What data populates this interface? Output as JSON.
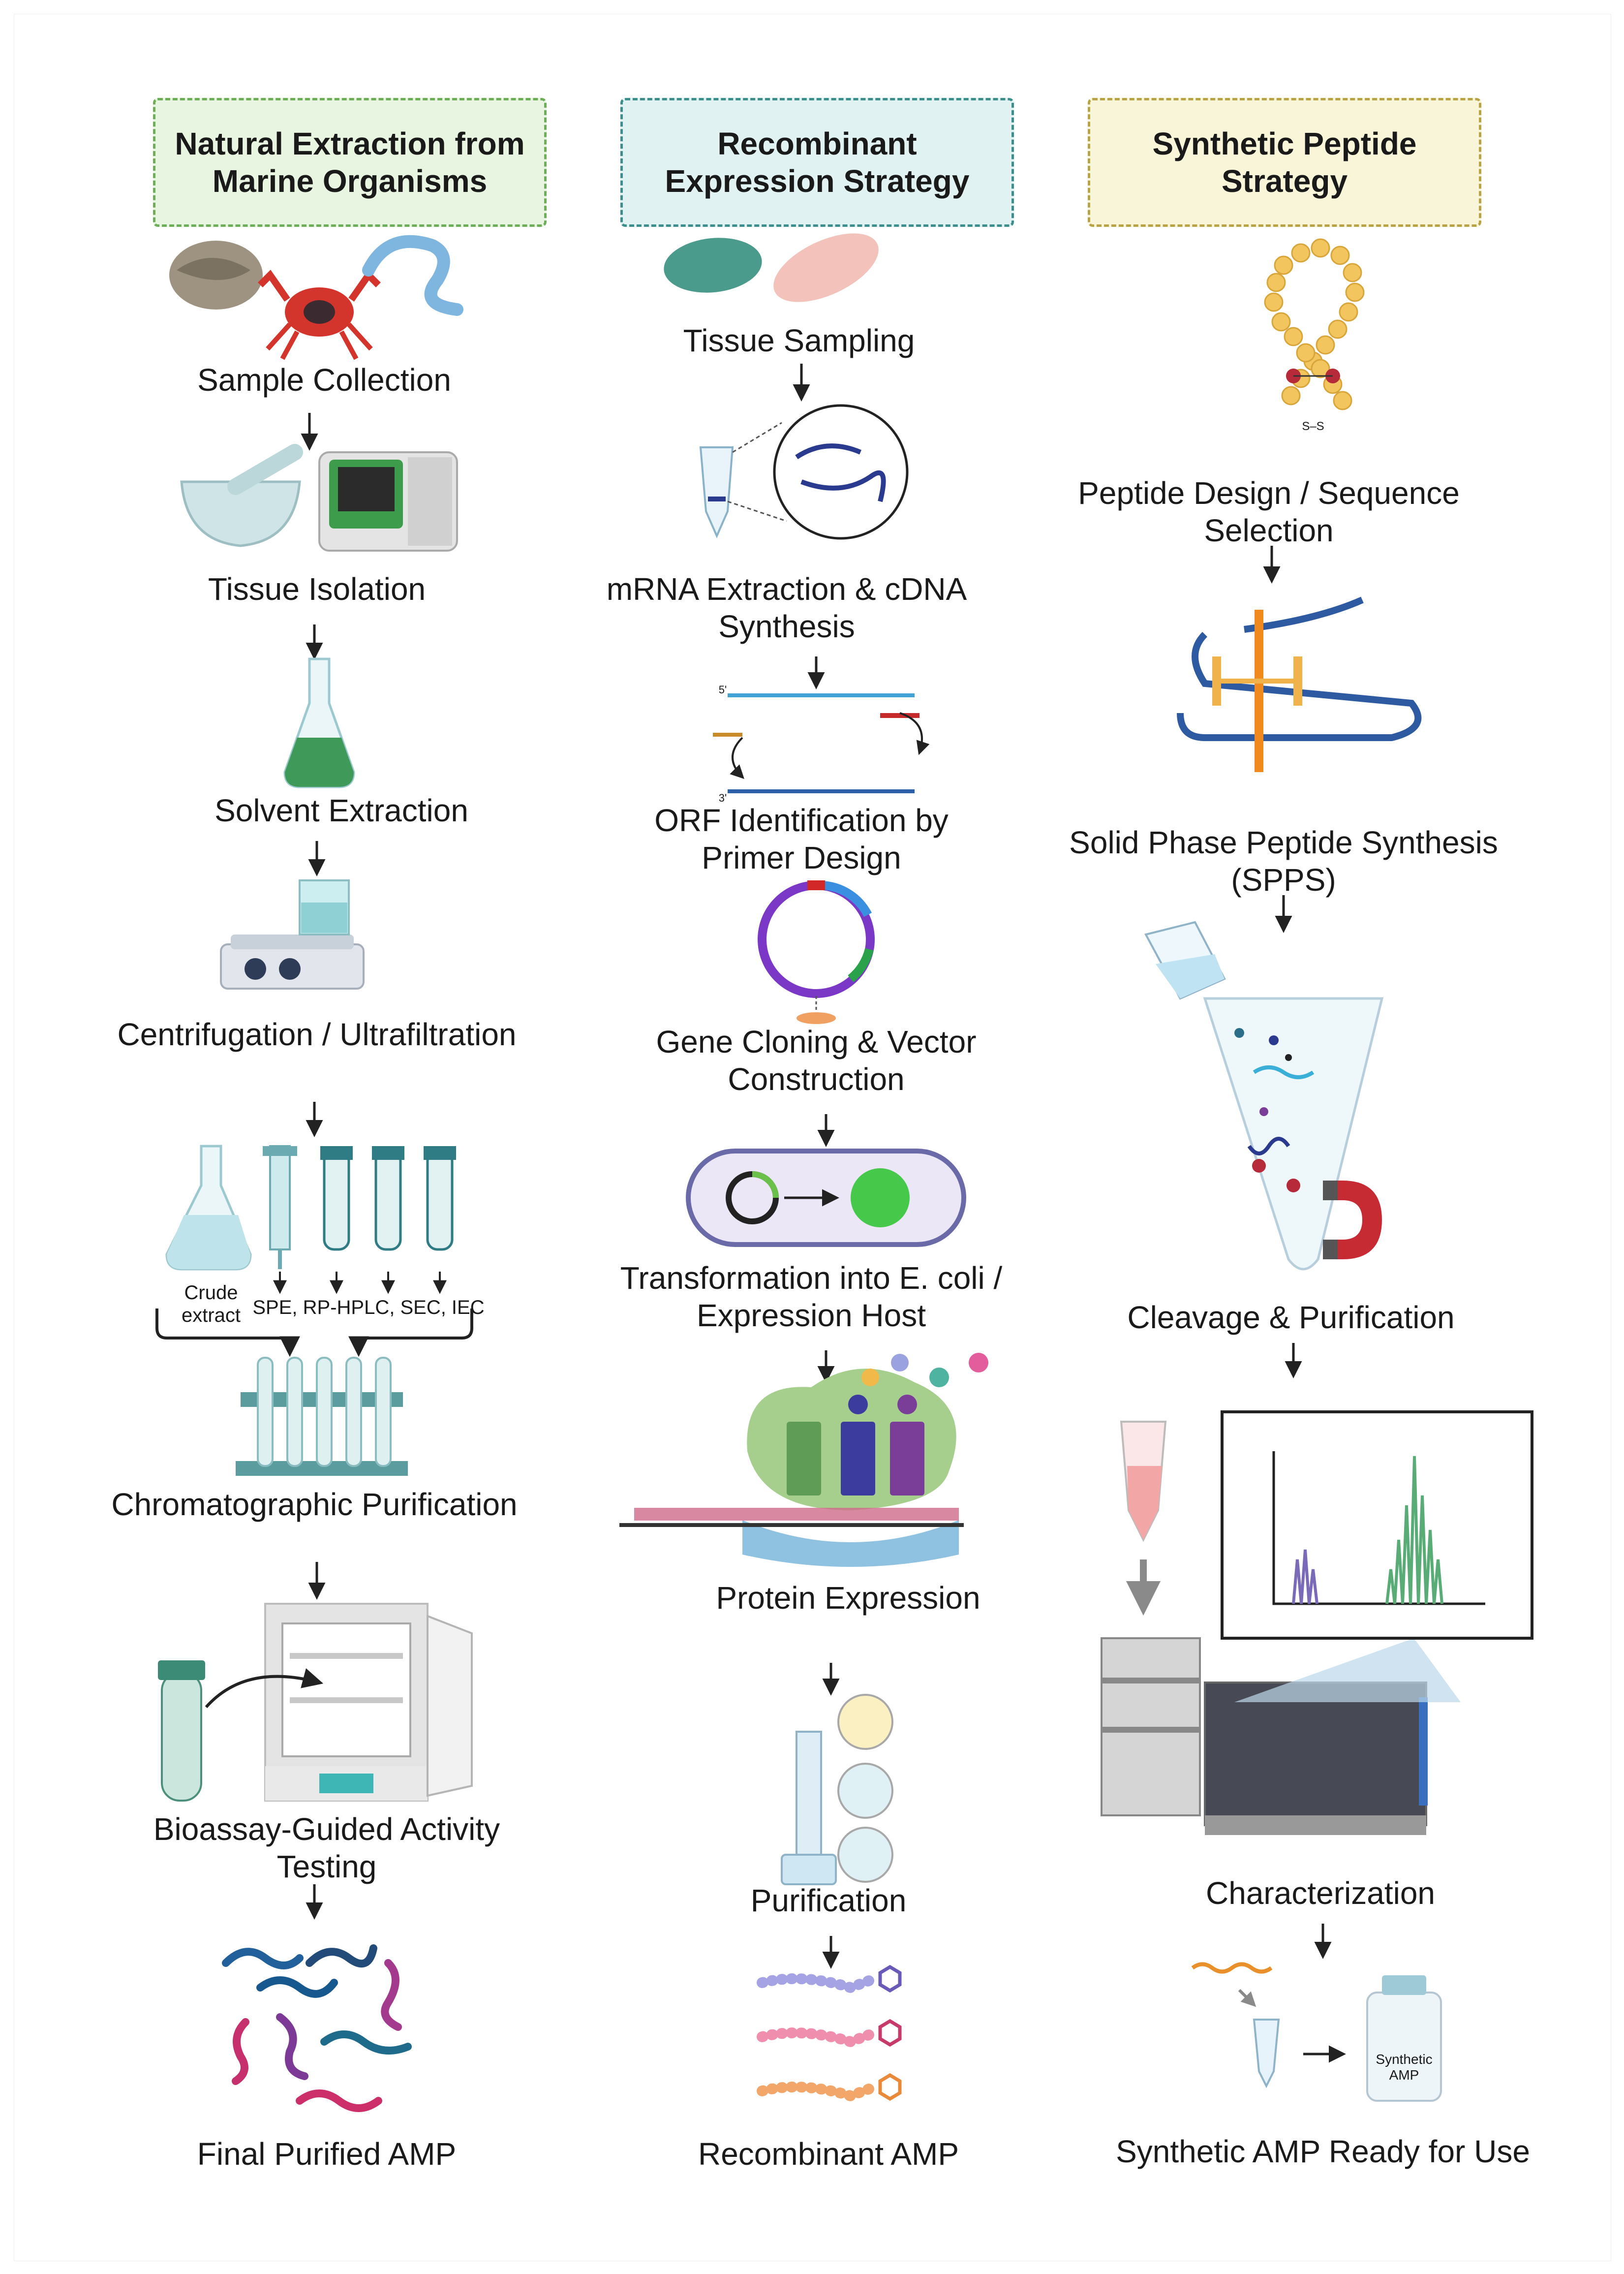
{
  "columns": [
    {
      "title": "Natural Extraction from Marine Organisms",
      "steps": [
        "Sample Collection",
        "Tissue Isolation",
        "Solvent Extraction",
        "Centrifugation / Ultrafiltration",
        "Chromatographic Purification",
        "Bioassay-Guided Activity Testing",
        "Final Purified AMP"
      ],
      "crude_label": "Crude extract",
      "methods_label": "SPE, RP-HPLC, SEC, IEC"
    },
    {
      "title": "Recombinant Expression Strategy",
      "steps": [
        "Tissue Sampling",
        "mRNA Extraction & cDNA Synthesis",
        "ORF Identification by Primer Design",
        "Gene Cloning & Vector Construction",
        "Transformation into E. coli / Expression Host",
        "Protein Expression",
        "Purification",
        "Recombinant AMP"
      ],
      "strand_5": "5'",
      "strand_3": "3'"
    },
    {
      "title": "Synthetic Peptide Strategy",
      "steps": [
        "Peptide Design / Sequence Selection",
        "Solid Phase Peptide Synthesis (SPPS)",
        "Cleavage & Purification",
        "Characterization",
        "Synthetic AMP Ready for Use"
      ],
      "disulfide_label": "S–S",
      "vial_label": "Synthetic AMP"
    }
  ],
  "colors": {
    "header_green": "#e8f5e1",
    "header_teal": "#e0f2f1",
    "header_yellow": "#f8f5d8",
    "glass": "#bfe3ea",
    "liquid_green": "#3f9a5a",
    "arrow": "#222222"
  },
  "icons": [
    "oyster-icon",
    "crab-icon",
    "worm-icon",
    "mortar-pestle-icon",
    "homogenizer-icon",
    "flask-icon",
    "stirrer-icon",
    "column-icon",
    "rack-icon",
    "incubator-icon",
    "peptide-chain-icon",
    "tube-icon",
    "plasmid-icon",
    "ecoli-icon",
    "ribosome-icon",
    "magnet-icon",
    "hplc-icon",
    "chromatogram-icon",
    "vial-icon"
  ]
}
